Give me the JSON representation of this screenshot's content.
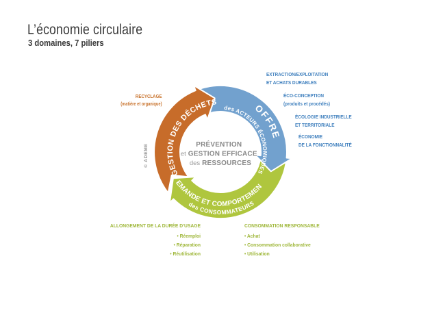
{
  "header": {
    "title": "L’économie circulaire",
    "subtitle": "3 domaines, 7 piliers"
  },
  "credit": "© ADEME",
  "center": {
    "line1": "PRÉVENTION",
    "line2_light": "et",
    "line2_bold": " GESTION EFFICACE",
    "line3_light": "des",
    "line3_bold": " RESSOURCES"
  },
  "arrows": {
    "waste": {
      "label": "GESTION DES DÉCHETS"
    },
    "offer": {
      "label_main": "OFFRE",
      "label_sub": "des ACTEURS ÉCONOMIQUES"
    },
    "demand": {
      "label_main": "DEMANDE ET COMPORTEMENT",
      "label_sub": "des CONSOMMATEURS"
    }
  },
  "side_labels": {
    "recycling": {
      "title": "RECYCLAGE",
      "subtitle": "(matière et organique)"
    },
    "offer_pillars": [
      {
        "line1": "EXTRACTION/EXPLOITATION",
        "line2": "ET ACHATS DURABLES"
      },
      {
        "line1": "ÉCO-CONCEPTION",
        "line2": "(produits et procédés)"
      },
      {
        "line1": "ÉCOLOGIE INDUSTRIELLE",
        "line2": "ET TERRITORIALE"
      },
      {
        "line1": "ÉCONOMIE",
        "line2": "DE LA FONCTIONNALITÉ"
      }
    ],
    "usage": {
      "title": "ALLONGEMENT DE LA DURÉE D’USAGE",
      "bullet": "•",
      "items": [
        "Réemploi",
        "Réparation",
        "Réutilisation"
      ]
    },
    "consumption": {
      "title": "CONSOMMATION RESPONSABLE",
      "bullet": "•",
      "items": [
        "Achat",
        "Consommation collaborative",
        "Utilisation"
      ]
    }
  },
  "colors": {
    "arrow_orange": "#c76c2a",
    "arrow_blue": "#72a1ce",
    "arrow_green": "#afc63e",
    "label_orange": "#c9742f",
    "label_blue": "#4080be",
    "label_green": "#9fb73a",
    "center_gray": "#878787"
  }
}
